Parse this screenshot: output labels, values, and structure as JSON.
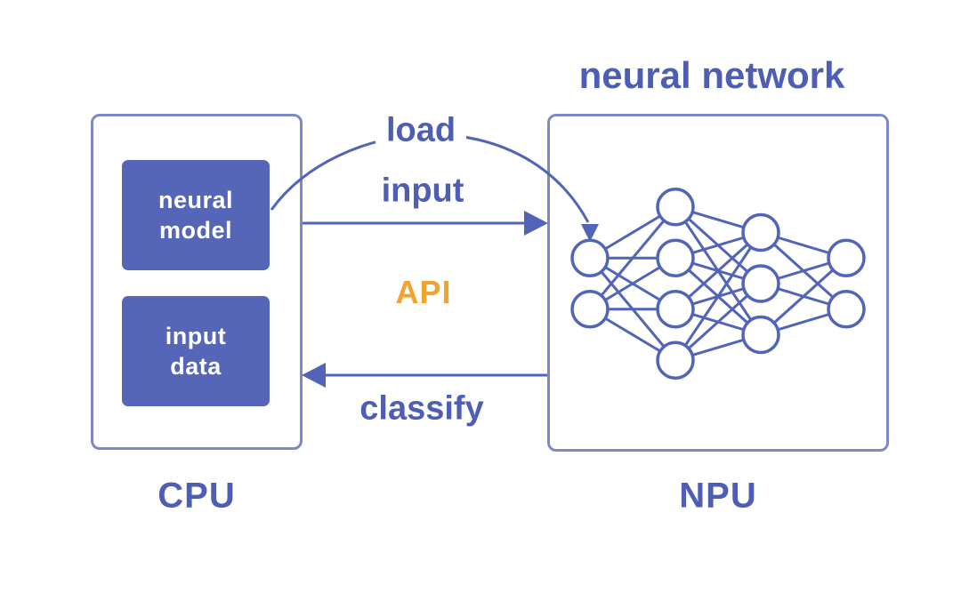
{
  "colors": {
    "blue_fill": "#5565b8",
    "blue_stroke": "#5264b8",
    "blue_text": "#4d5eb3",
    "orange": "#f0a32e",
    "border": "#7e88c8"
  },
  "cpu": {
    "label": "CPU",
    "blocks": [
      {
        "name": "neural-model",
        "lines": [
          "neural",
          "model"
        ]
      },
      {
        "name": "input-data",
        "lines": [
          "input",
          "data"
        ]
      }
    ]
  },
  "npu": {
    "label": "NPU",
    "title": "neural network",
    "network": {
      "layers": [
        2,
        4,
        3,
        2
      ]
    }
  },
  "flows": {
    "load_label": "load",
    "input_label": "input",
    "api_label": "API",
    "classify_label": "classify"
  }
}
